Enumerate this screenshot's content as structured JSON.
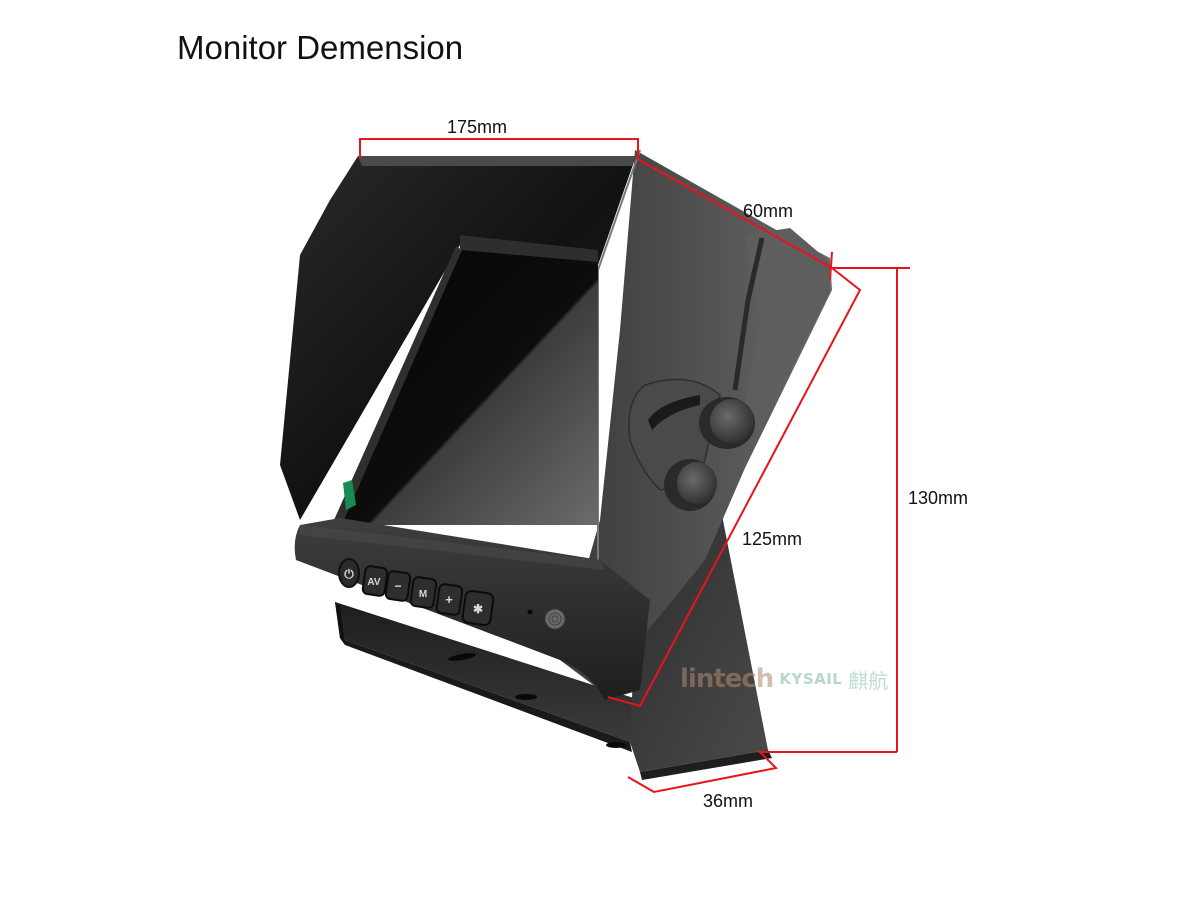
{
  "page": {
    "title": "Monitor Demension"
  },
  "dimensions": {
    "width": "175mm",
    "depth": "60mm",
    "height": "130mm",
    "diagonal": "125mm",
    "base": "36mm"
  },
  "monitor": {
    "buttons": [
      {
        "name": "power",
        "label": "⏻"
      },
      {
        "name": "av",
        "label": "AV"
      },
      {
        "name": "minus",
        "label": "−"
      },
      {
        "name": "menu",
        "label": "M"
      },
      {
        "name": "plus",
        "label": "+"
      },
      {
        "name": "brightness",
        "label": "✱"
      }
    ]
  },
  "watermark": {
    "brand": "lintech",
    "secondary": "KYSAIL",
    "chinese": "麒航"
  },
  "colors": {
    "dimension_line": "#e8141b",
    "monitor_body": "#2b2b2b",
    "background": "#ffffff"
  }
}
